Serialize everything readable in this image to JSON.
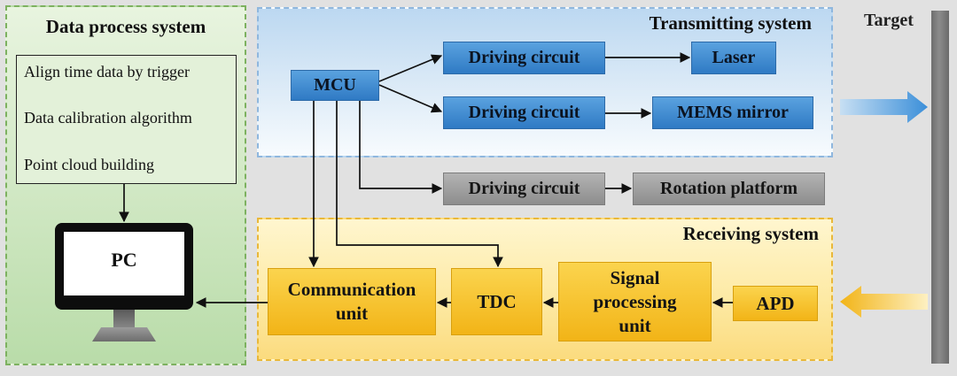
{
  "regions": {
    "data_process": "Data process system",
    "transmitting": "Transmitting system",
    "receiving": "Receiving system",
    "target": "Target"
  },
  "data_steps": [
    "Align time data by trigger",
    "Data calibration algorithm",
    "Point cloud building"
  ],
  "pc_label": "PC",
  "blocks": {
    "mcu": "MCU",
    "driving_circuit": "Driving circuit",
    "laser": "Laser",
    "mems_mirror": "MEMS mirror",
    "rotation_platform": "Rotation platform",
    "communication_unit": "Communication unit",
    "tdc": "TDC",
    "signal_processing_unit": "Signal processing unit",
    "apd": "APD"
  },
  "colors": {
    "transmit_beam": "#3b8fd9",
    "receive_beam": "#f2b417"
  }
}
